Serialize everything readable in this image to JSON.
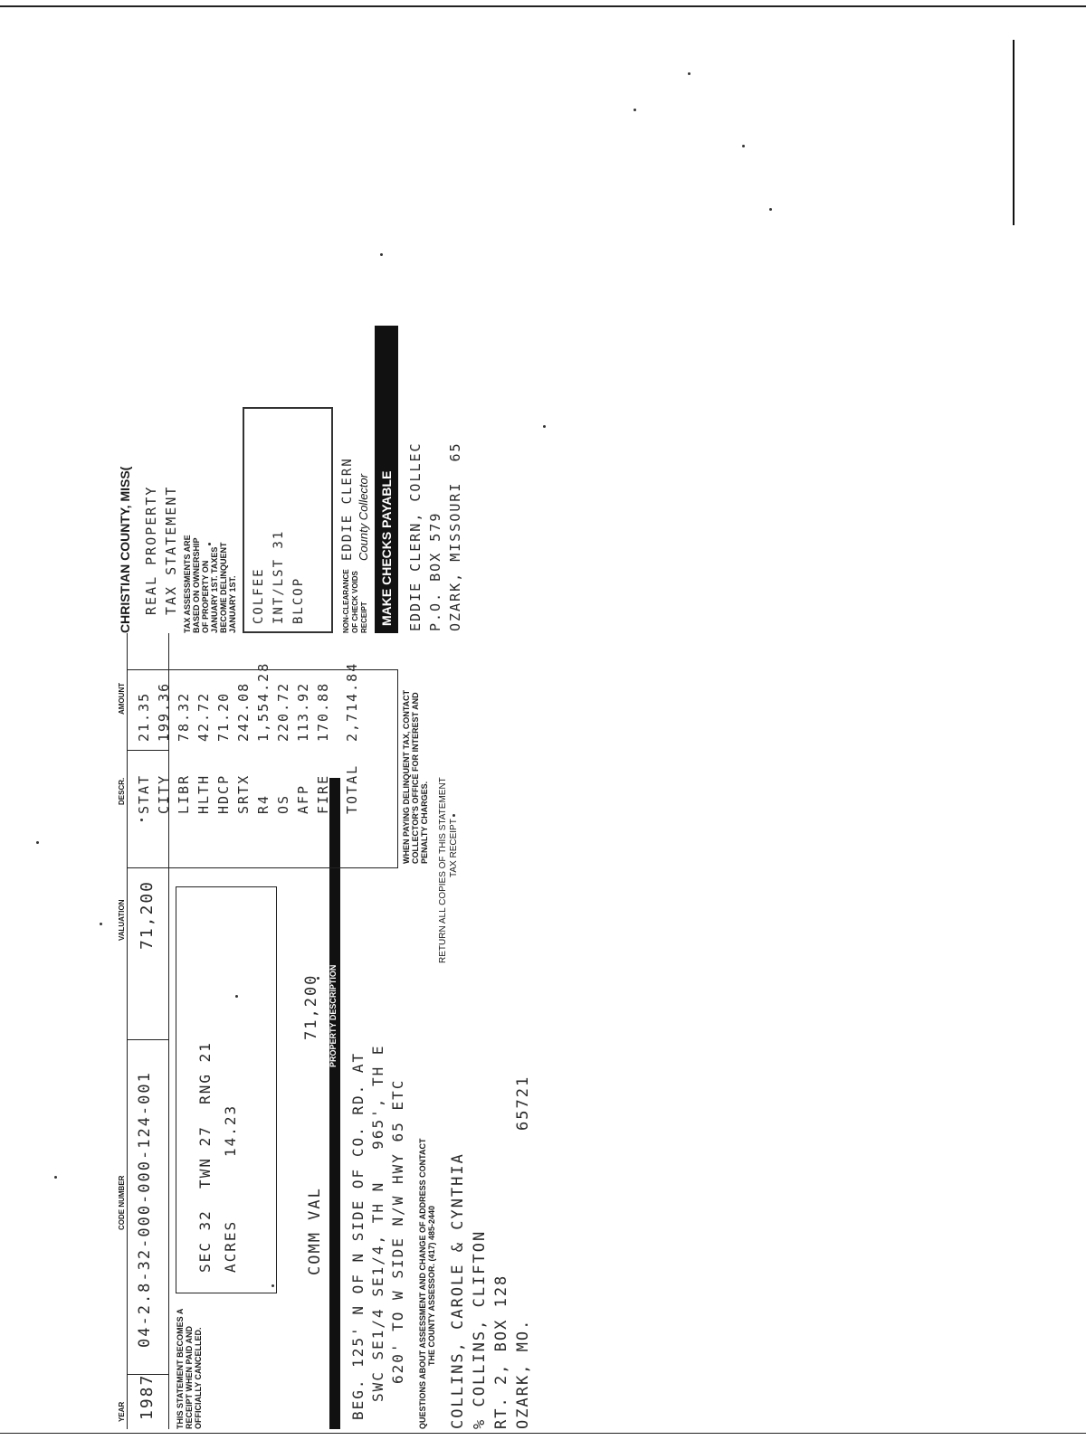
{
  "header": {
    "county": "CHRISTIAN COUNTY, MISS(",
    "title_line1": "REAL PROPERTY",
    "title_line2": "TAX STATEMENT"
  },
  "columns": {
    "year": "YEAR",
    "code_number": "CODE NUMBER",
    "valuation": "VALUATION",
    "descr": "DESCR.",
    "amount": "AMOUNT"
  },
  "record": {
    "year": "1987",
    "code_number": "04-2.8-32-000-000-124-001",
    "valuation": "71,200"
  },
  "notice_paid": "THIS STATEMENT BECOMES A RECEIPT WHEN PAID AND OFFICIALLY CANCELLED.",
  "legal": {
    "line1": "SEC 32  TWN 27  RNG 21",
    "line2": "ACRES      14.23"
  },
  "comm_val": {
    "label": "COMM VAL",
    "value": "71,200"
  },
  "property_description_label": "PROPERTY DESCRIPTION",
  "property_description": [
    "BEG. 125' N OF N SIDE OF CO. RD. AT",
    "SWC SE1/4 SE1/4, TH N   965', TH E",
    "620' TO W SIDE N/W HWY 65 ETC"
  ],
  "questions_notice": {
    "line1": "QUESTIONS ABOUT ASSESSMENT AND CHANGE OF ADDRESS CONTACT",
    "line2": "THE COUNTY ASSESSOR. (417) 485-2440"
  },
  "owner": {
    "line1": "COLLINS, CAROLE & CYNTHIA",
    "line2": "% COLLINS, CLIFTON",
    "line3": "RT. 2, BOX 128",
    "line4": "OZARK, MO.",
    "zip": "65721"
  },
  "tax_lines": [
    {
      "descr": "STAT",
      "amount": "21.35"
    },
    {
      "descr": "CITY",
      "amount": "199.36"
    },
    {
      "descr": "LIBR",
      "amount": "78.32"
    },
    {
      "descr": "HLTH",
      "amount": "42.72"
    },
    {
      "descr": "HDCP",
      "amount": "71.20"
    },
    {
      "descr": "SRTX",
      "amount": "242.08"
    },
    {
      "descr": "R4",
      "amount": "1,554.28"
    },
    {
      "descr": "OS",
      "amount": "220.72"
    },
    {
      "descr": "AFP",
      "amount": "113.92"
    },
    {
      "descr": "FIRE",
      "amount": "170.88"
    }
  ],
  "total": {
    "descr": "TOTAL",
    "amount": "2,714.84"
  },
  "delinquent_notice": "WHEN PAYING DELINQUENT TAX, CONTACT COLLECTOR'S OFFICE FOR INTEREST AND PENALTY CHARGES.",
  "return_notice": {
    "line1": "RETURN ALL COPIES OF THIS STATEMENT",
    "line2": "TAX RECEIPT"
  },
  "assessment_notice": "TAX ASSESSMENTS ARE BASED ON OWNERSHIP OF PROPERTY ON JANUARY 1ST. TAXES BECOME DELINQUENT JANUARY 1ST.",
  "stamp": {
    "lines": [
      "COLFEE",
      "INT/LST 31",
      "BLCOP"
    ]
  },
  "collector_signature": "EDDIE CLERN",
  "collector_title": "County Collector",
  "non_clearance": "NON-CLEARANCE OF CHECK VOIDS RECEIPT",
  "make_checks": "MAKE CHECKS PAYABLE",
  "payee": {
    "line1": "EDDIE CLERN, COLLEC",
    "line2": "P.O. BOX 579",
    "line3": "OZARK, MISSOURI  65"
  }
}
